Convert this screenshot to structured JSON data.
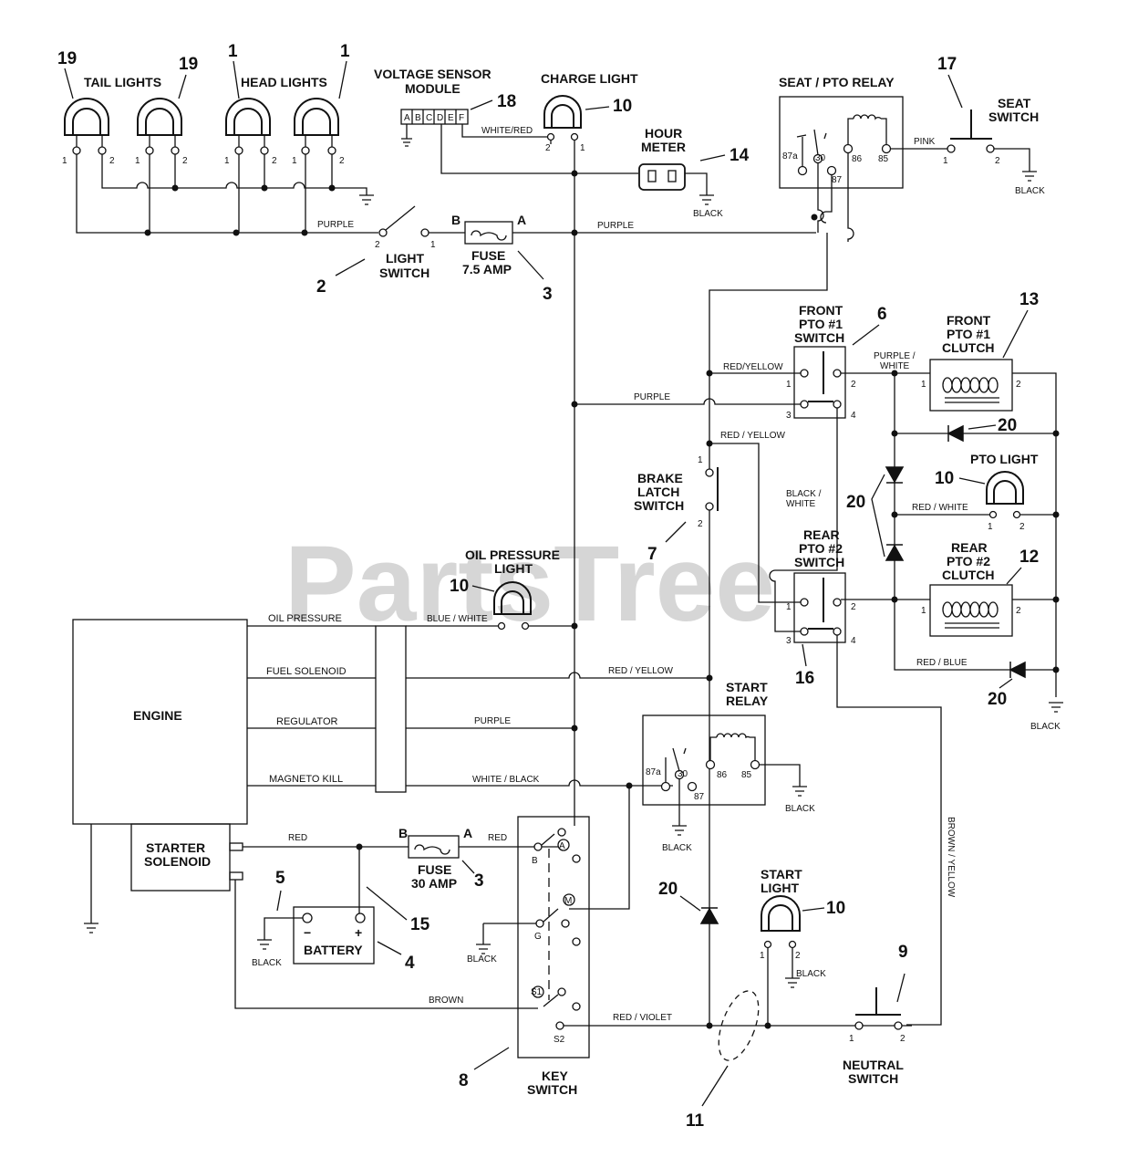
{
  "watermark": "PartsTree",
  "components": {
    "tail_lights": "TAIL LIGHTS",
    "head_lights": "HEAD LIGHTS",
    "voltage_sensor_1": "VOLTAGE SENSOR",
    "voltage_sensor_2": "MODULE",
    "charge_light": "CHARGE LIGHT",
    "hour_meter_1": "HOUR",
    "hour_meter_2": "METER",
    "seat_pto_relay": "SEAT / PTO RELAY",
    "seat_switch_1": "SEAT",
    "seat_switch_2": "SWITCH",
    "light_switch_1": "LIGHT",
    "light_switch_2": "SWITCH",
    "fuse_75_1": "FUSE",
    "fuse_75_2": "7.5 AMP",
    "front_pto_sw_1": "FRONT",
    "front_pto_sw_2": "PTO  #1",
    "front_pto_sw_3": "SWITCH",
    "front_pto_cl_1": "FRONT",
    "front_pto_cl_2": "PTO #1",
    "front_pto_cl_3": "CLUTCH",
    "pto_light": "PTO LIGHT",
    "brake_1": "BRAKE",
    "brake_2": "LATCH",
    "brake_3": "SWITCH",
    "rear_pto_sw_1": "REAR",
    "rear_pto_sw_2": "PTO  #2",
    "rear_pto_sw_3": "SWITCH",
    "rear_pto_cl_1": "REAR",
    "rear_pto_cl_2": "PTO #2",
    "rear_pto_cl_3": "CLUTCH",
    "oil_light_1": "OIL PRESSURE",
    "oil_light_2": "LIGHT",
    "engine": "ENGINE",
    "start_relay_1": "START",
    "start_relay_2": "RELAY",
    "starter_sol_1": "STARTER",
    "starter_sol_2": "SOLENOID",
    "fuse_30_1": "FUSE",
    "fuse_30_2": "30 AMP",
    "battery": "BATTERY",
    "key_switch_1": "KEY",
    "key_switch_2": "SWITCH",
    "start_light_1": "START",
    "start_light_2": "LIGHT",
    "neutral_1": "NEUTRAL",
    "neutral_2": "SWITCH"
  },
  "engine_terminals": {
    "oil": "OIL PRESSURE",
    "fuel": "FUEL SOLENOID",
    "reg": "REGULATOR",
    "mag": "MAGNETO KILL"
  },
  "wires": {
    "purple": "PURPLE",
    "white_red": "WHITE/RED",
    "black": "BLACK",
    "pink": "PINK",
    "red_yellow": "RED/YELLOW",
    "red_slash_yellow": "RED / YELLOW",
    "purple_white_1": "PURPLE /",
    "purple_white_2": "WHITE",
    "black_white_1": "BLACK /",
    "black_white_2": "WHITE",
    "red_white": "RED / WHITE",
    "red_blue": "RED / BLUE",
    "blue_white": "BLUE / WHITE",
    "white_black": "WHITE / BLACK",
    "red": "RED",
    "brown": "BROWN",
    "red_violet": "RED / VIOLET",
    "brown_yellow": "BROWN / YELLOW"
  },
  "callouts": {
    "n19a": "19",
    "n19b": "19",
    "n1a": "1",
    "n1b": "1",
    "n18": "18",
    "n10a": "10",
    "n14": "14",
    "n17": "17",
    "n2": "2",
    "n3a": "3",
    "n6": "6",
    "n13": "13",
    "n20a": "20",
    "n10b": "10",
    "n20b": "20",
    "n7": "7",
    "n12": "12",
    "n10c": "10",
    "n16": "16",
    "n20c": "20",
    "n5": "5",
    "n3b": "3",
    "n15": "15",
    "n4": "4",
    "n20d": "20",
    "n10d": "10",
    "n9": "9",
    "n8": "8",
    "n11": "11"
  },
  "pins": {
    "p1": "1",
    "p2": "2",
    "p3": "3",
    "p4": "4",
    "pA": "A",
    "pB": "B",
    "p87a": "87a",
    "p30": "30",
    "p87": "87",
    "p86": "86",
    "p85": "85",
    "vA": "A",
    "vB": "B",
    "vC": "C",
    "vD": "D",
    "vE": "E",
    "vF": "F",
    "kA": "A",
    "kB": "B",
    "kM": "M",
    "kG": "G",
    "kS1": "S1",
    "kS2": "S2",
    "minus": "−",
    "plus": "+"
  }
}
